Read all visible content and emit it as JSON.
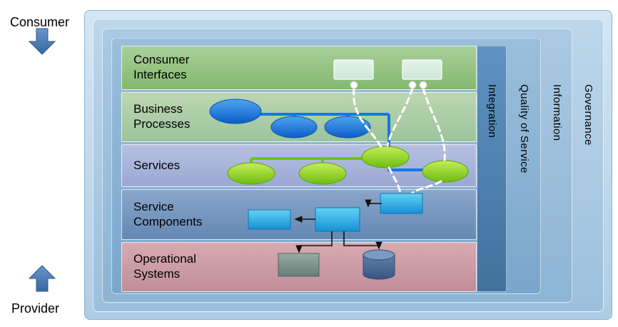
{
  "labels": {
    "consumer": "Consumer",
    "provider": "Provider"
  },
  "layers": [
    {
      "label": "Consumer Interfaces"
    },
    {
      "label": "Business Processes"
    },
    {
      "label": "Services"
    },
    {
      "label": "Service Components"
    },
    {
      "label": "Operational Systems"
    }
  ],
  "bars": [
    {
      "label": "Integration"
    },
    {
      "label": "Quality of Service"
    },
    {
      "label": "Information"
    },
    {
      "label": "Governance"
    }
  ],
  "colors": {
    "layer_consumer_interfaces": "#95c285",
    "layer_business_processes": "#aecda6",
    "layer_services": "#aab5d9",
    "layer_service_components": "#7396bd",
    "layer_operational_systems": "#cc9ba3",
    "integration_bar": "#4e80b3",
    "frame_outer": "#c3dbee",
    "business_ellipse": "#1470d4",
    "service_ellipse": "#8ed02e",
    "component_box": "#2aa6e0",
    "interface_box": "#d6eadf",
    "connector_dashed": "#ffffff",
    "side_arrow": "#4577ac"
  }
}
